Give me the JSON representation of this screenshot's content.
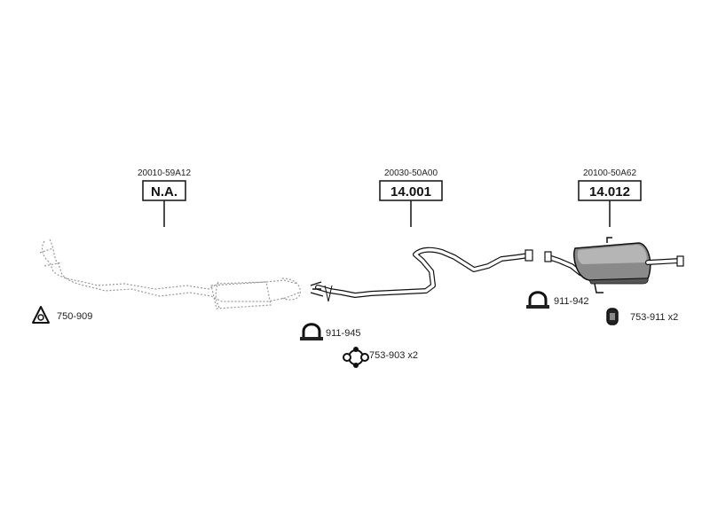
{
  "parts": [
    {
      "oe_code": "20010-59A12",
      "part_number": "N.A."
    },
    {
      "oe_code": "20030-50A00",
      "part_number": "14.001"
    },
    {
      "oe_code": "20100-50A62",
      "part_number": "14.012"
    }
  ],
  "accessories": [
    {
      "code": "750-909",
      "icon": "gasket-icon"
    },
    {
      "code": "911-945",
      "icon": "clamp-icon"
    },
    {
      "code": "753-903 x2",
      "icon": "rubber-hanger-icon"
    },
    {
      "code": "911-942",
      "icon": "clamp-icon"
    },
    {
      "code": "753-911 x2",
      "icon": "rubber-mount-icon"
    }
  ]
}
